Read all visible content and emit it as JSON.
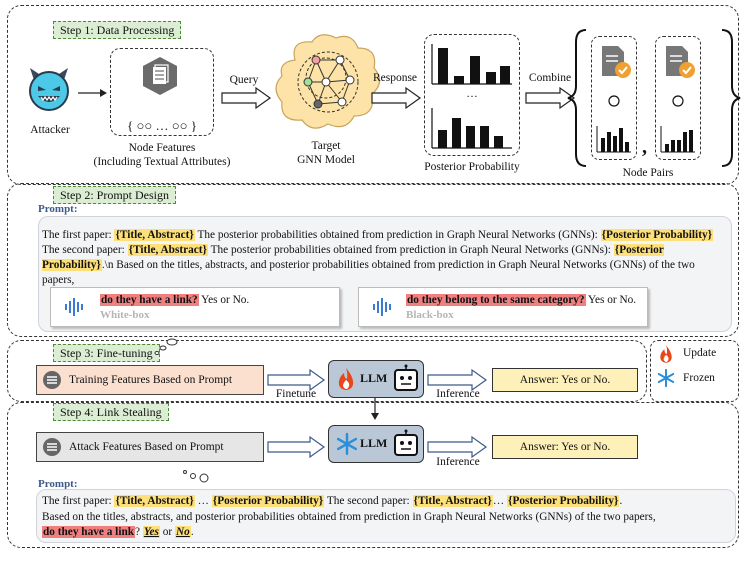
{
  "step1": {
    "tag": "Step 1: Data Processing",
    "attacker": "Attacker",
    "node_features_dots": "{ ○○ … ○○ }",
    "node_features_line1": "Node Features",
    "node_features_line2": "(Including Textual Attributes)",
    "query": "Query",
    "target_line1": "Target",
    "target_line2": "GNN Model",
    "response": "Response",
    "posterior": "Posterior Probability",
    "ellipsis": "…",
    "combine": "Combine",
    "node_pairs": "Node Pairs"
  },
  "step2": {
    "tag": "Step 2: Prompt Design",
    "prompt_label": "Prompt:",
    "p_first": "The first paper: ",
    "p_title1": "{Title, Abstract}",
    "p_mid1": " The posterior probabilities obtained from prediction in Graph Neural Networks (GNNs): ",
    "p_post1": "{Posterior Probability}",
    "p_second": " The second paper: ",
    "p_title2": "{Title, Abstract}",
    "p_mid2": " The posterior probabilities obtained from prediction in Graph Neural Networks (GNNs): ",
    "p_post2": "{Posterior Probability}",
    "p_end": ".\\n Based on the titles, abstracts, and posterior probabilities obtained from prediction in Graph Neural Networks (GNNs) of the two papers,",
    "white_q": "do they have a link?",
    "white_tail": " Yes or No.",
    "white_label": "White-box",
    "black_q": "do they belong to the same category?",
    "black_tail": " Yes or No.",
    "black_label": "Black-box"
  },
  "step3": {
    "tag": "Step 3: Fine-tuning",
    "feature": "Training Features Based on Prompt",
    "finetune": "Finetune",
    "llm": "LLM",
    "inference": "Inference",
    "answer": "Answer: Yes or No."
  },
  "legend": {
    "update": "Update",
    "frozen": "Frozen"
  },
  "step4": {
    "tag": "Step 4: Link Stealing",
    "feature": "Attack Features Based on Prompt",
    "llm": "LLM",
    "inference": "Inference",
    "answer": "Answer: Yes or No.",
    "prompt_label": "Prompt:",
    "l1_a": "The first paper: ",
    "l1_t1": "{Title, Abstract}",
    "l1_b": " … ",
    "l1_p1": "{Posterior Probability}",
    "l1_c": " The second paper: ",
    "l1_t2": "{Title, Abstract}",
    "l1_d": "… ",
    "l1_p2": "{Posterior Probability}",
    "l1_e": ".",
    "l2": "Based on the titles, abstracts, and posterior probabilities obtained from prediction in Graph Neural Networks (GNNs) of the two papers,",
    "l3_q": "do they have a link",
    "l3_a": "? ",
    "l3_yes": "Yes",
    "l3_or": " or ",
    "l3_no": "No",
    "l3_end": "."
  },
  "colors": {
    "yellow_highlight": "#fde07a",
    "red_highlight": "#f08080",
    "tag_green": "#dbeed3",
    "answer_fill": "#fdf0b8",
    "llm_fill": "#b9c7d6",
    "attacker_blue": "#4dc9e8"
  }
}
